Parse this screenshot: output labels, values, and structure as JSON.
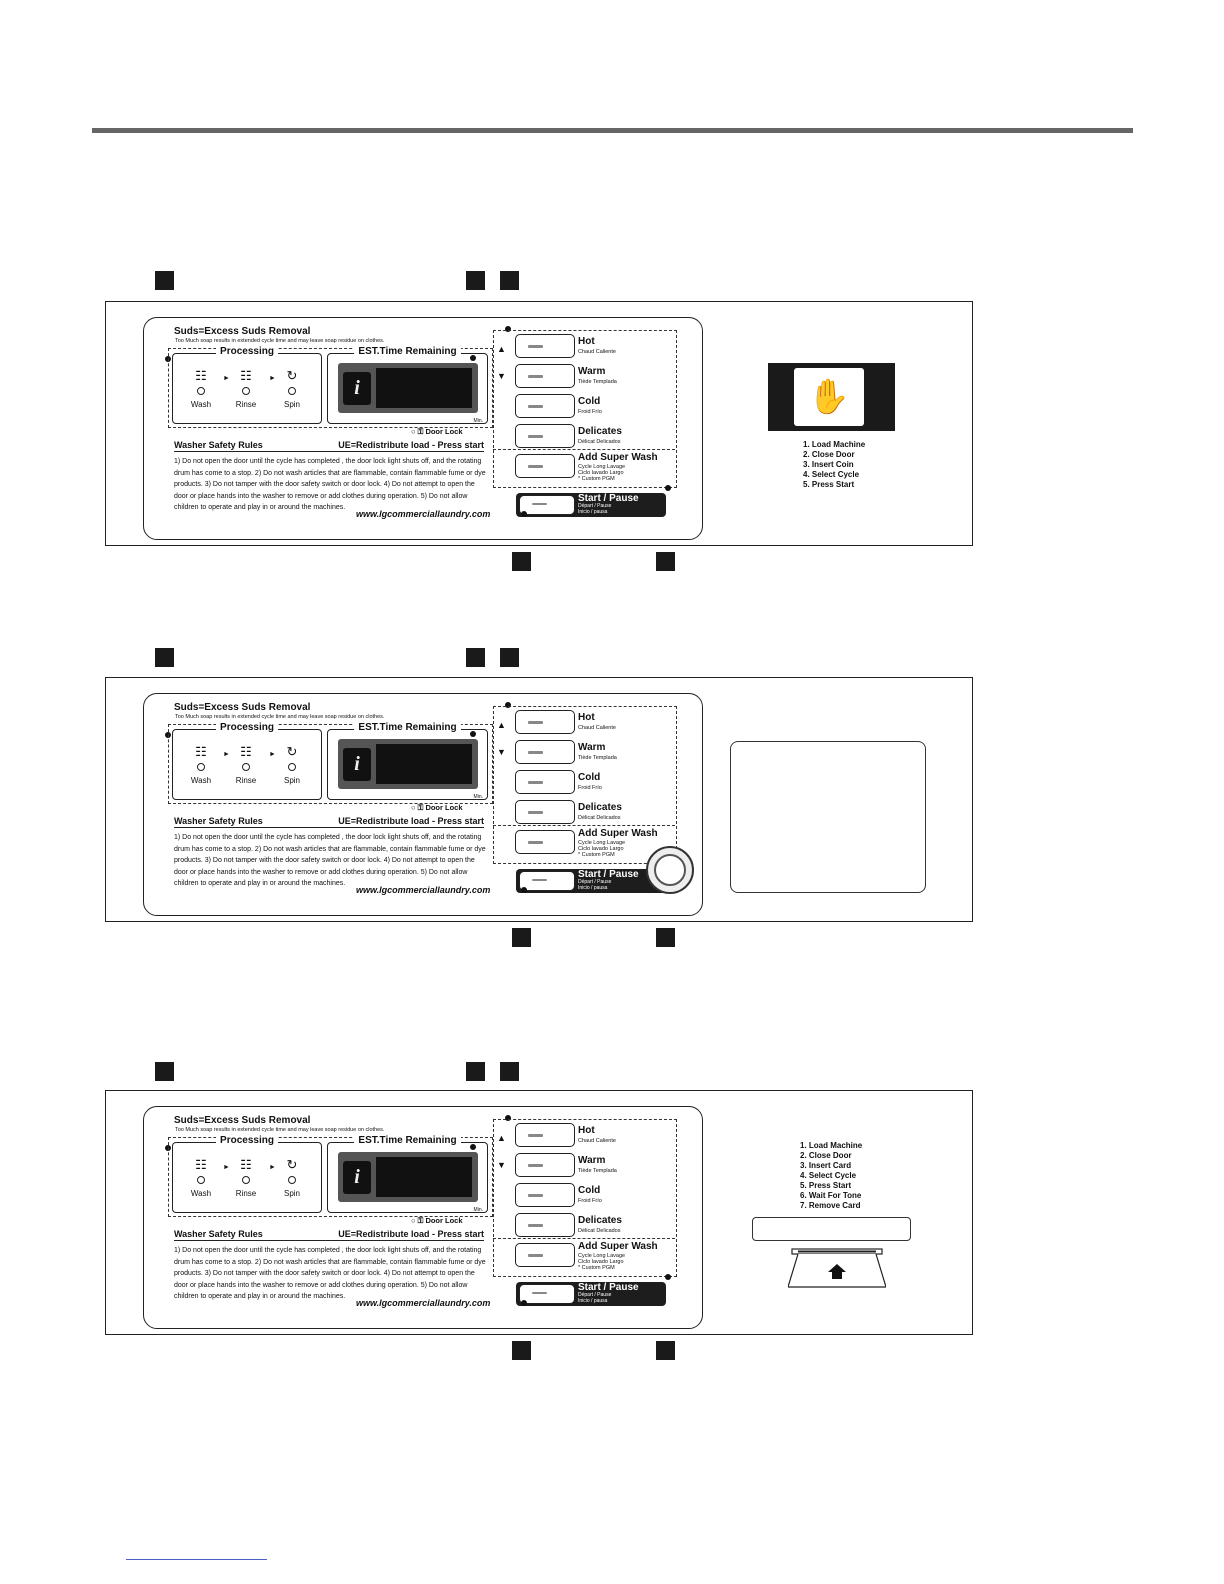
{
  "panel_text": {
    "suds_title": "Suds=Excess Suds Removal",
    "suds_note": "Too Much soap results in extended cycle time and may leave soap residue on clothes.",
    "processing": "Processing",
    "steps": [
      "Wash",
      "Rinse",
      "Spin"
    ],
    "est_title": "EST.Time Remaining",
    "info_icon": "i",
    "min": "Min.",
    "door_lock": "Door Lock",
    "safety_title": "Washer Safety Rules",
    "ue_text": "UE=Redistribute load - Press start",
    "safety_rules": "1) Do not open the door until the cycle has completed , the door lock light shuts off, and the rotating drum has come to a stop. 2) Do not wash articles that are flammable, contain flammable fume or dye products.  3) Do not tamper with the door safety switch or door lock.  4) Do not attempt to open the door or place hands into the washer to remove or add clothes during operation.  5) Do not allow children to operate and play in or around the machines.",
    "website": "www.lgcommerciallaundry.com",
    "cycles": [
      {
        "label": "Hot",
        "sub": "Chaud  Caliente"
      },
      {
        "label": "Warm",
        "sub": "Tiède  Templada"
      },
      {
        "label": "Cold",
        "sub": "Froid  Frío"
      },
      {
        "label": "Delicates",
        "sub": "Délicat  Delicados"
      },
      {
        "label": "Add Super Wash",
        "sub": "Cycle Long Lavage\nCiclo lavado Largo\n* Custom PGM"
      }
    ],
    "start": {
      "label": "Start / Pause",
      "sub": "Départ / Pause\nInicio / pausa"
    }
  },
  "coin_instructions": [
    "1. Load Machine",
    "2. Close Door",
    "3. Insert Coin",
    "4. Select Cycle",
    "5. Press Start"
  ],
  "card_instructions": [
    "1. Load Machine",
    "2. Close Door",
    "3. Insert Card",
    "4. Select Cycle",
    "5. Press Start",
    "6. Wait For Tone",
    "7. Remove Card"
  ],
  "icons": {
    "wash": "wash-icon",
    "rinse": "rinse-icon",
    "spin": "spin-icon",
    "up": "up-arrow-icon",
    "down": "down-arrow-icon",
    "coin": "coin-insert-icon",
    "card": "card-slot-icon",
    "dial": "coin-dial-icon"
  },
  "colors": {
    "panel_dark": "#1a1a1a",
    "display": "#555555",
    "rule": "#666666"
  }
}
